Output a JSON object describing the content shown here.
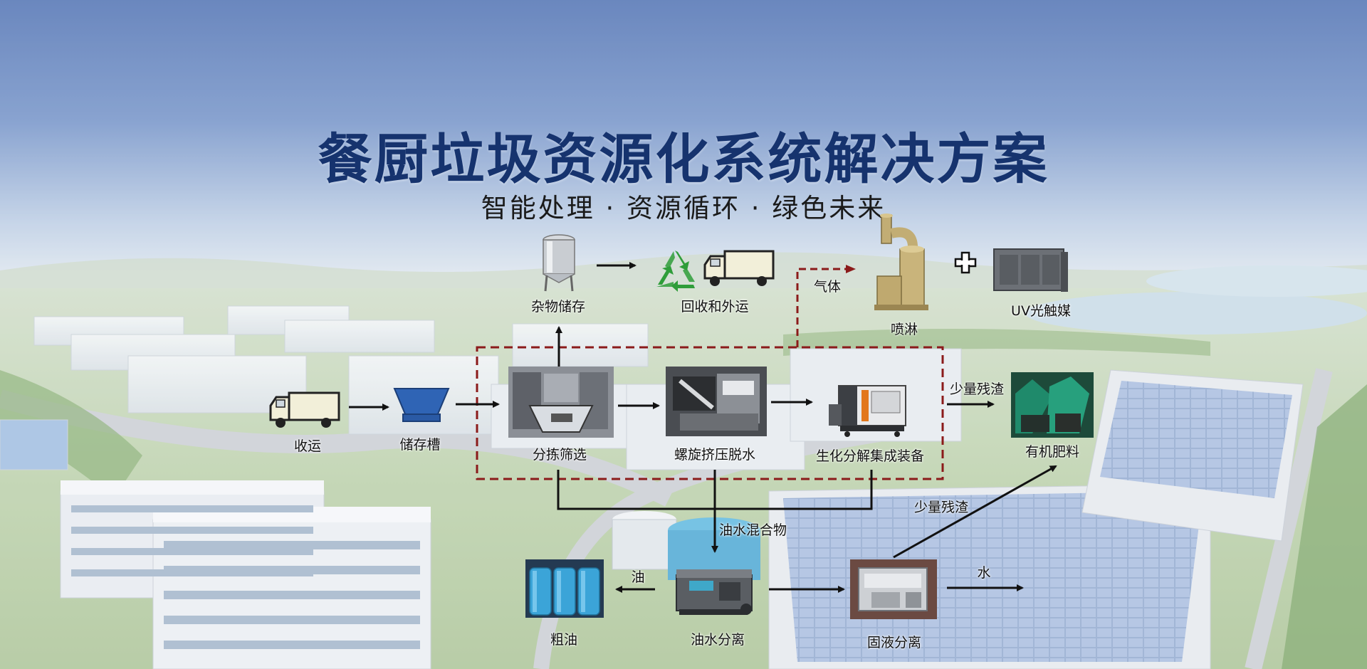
{
  "header": {
    "title": "餐厨垃圾资源化系统解决方案",
    "subtitle": "智能处理 · 资源循环 · 绿色未来"
  },
  "nodes": {
    "collect": "收运",
    "storage_tank": "储存槽",
    "sorting": "分拣筛选",
    "sundries_storage": "杂物储存",
    "recycling": "回收和外运",
    "screw_press": "螺旋挤压脱水",
    "biodegrade": "生化分解集成装备",
    "spray": "喷淋",
    "uv": "UV光触媒",
    "fertilizer": "有机肥料",
    "oil_water_sep": "油水分离",
    "crude_oil": "粗油",
    "solid_liquid_sep": "固液分离"
  },
  "edge_labels": {
    "gas": "气体",
    "small_residue_1": "少量残渣",
    "small_residue_2": "少量残渣",
    "oil_water_mix": "油水混合物",
    "oil": "油",
    "water": "水"
  },
  "colors": {
    "title": "#16336e",
    "dashed_box": "#8b1a1a",
    "recycle_green": "#2f9d3a",
    "arrow": "#111111"
  }
}
